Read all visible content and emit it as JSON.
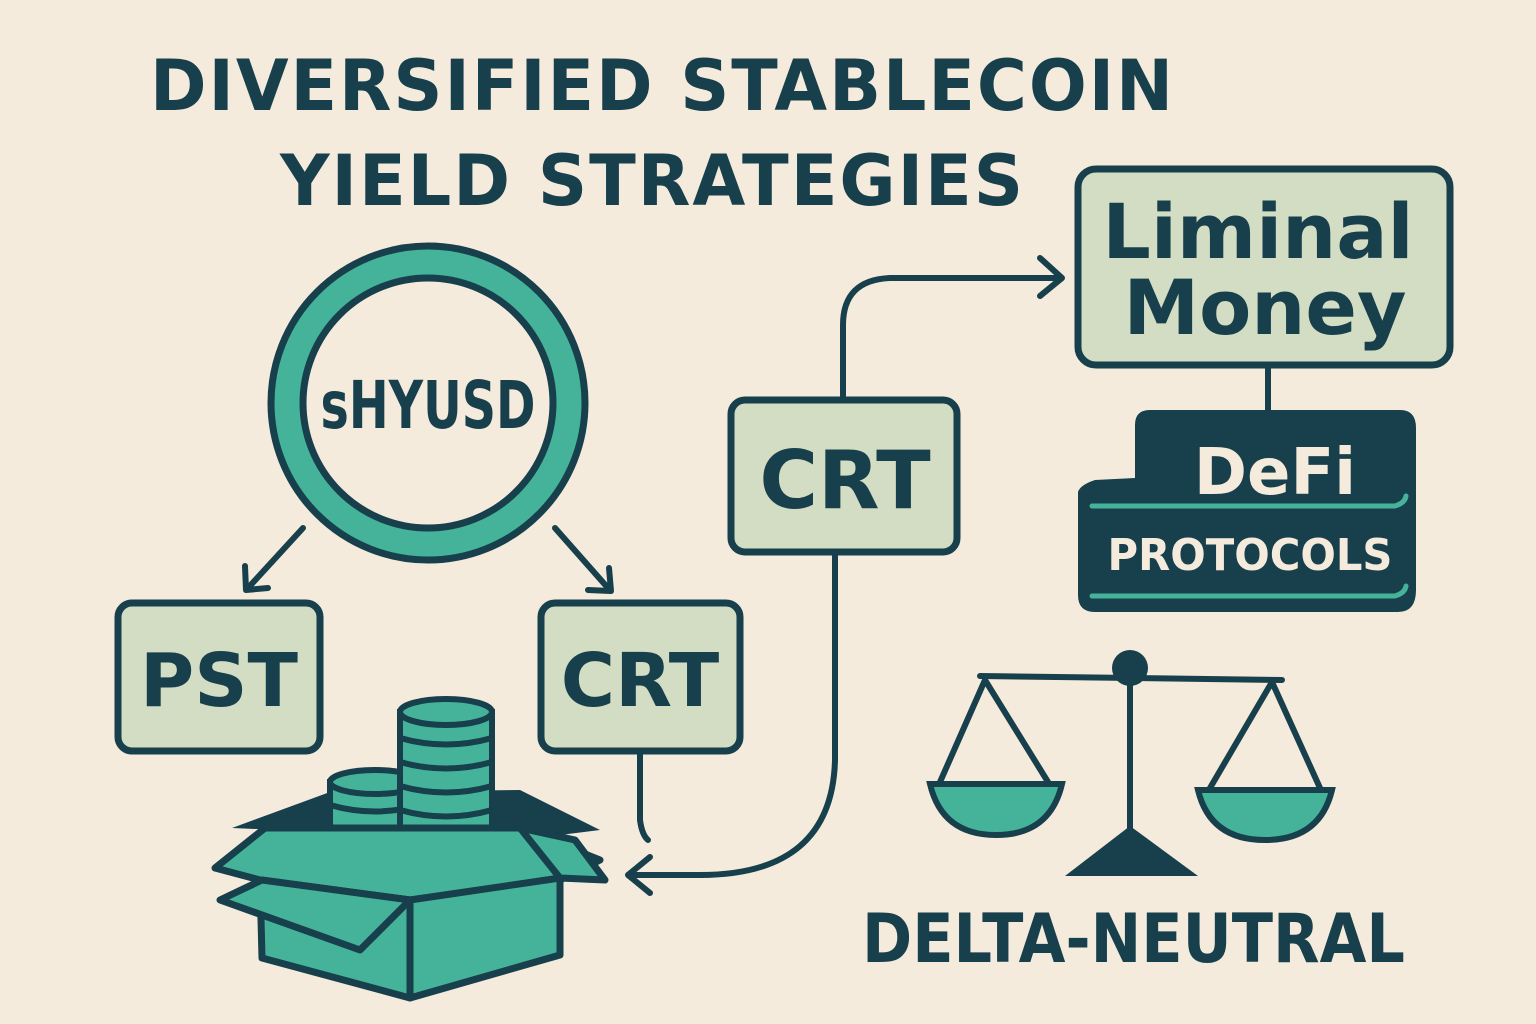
{
  "title": {
    "line1": "DIVERSIFIED STABLECOIN",
    "line2": "YIELD STRATEGIES"
  },
  "token": {
    "label": "sHYUSD"
  },
  "left_boxes": [
    {
      "label": "PST"
    },
    {
      "label": "CRT"
    }
  ],
  "middle_box": {
    "label": "CRT"
  },
  "liminal": {
    "line1": "Liminal",
    "line2": "Money"
  },
  "defi": {
    "line1": "DeFi",
    "line2": "PROTOCOLS"
  },
  "delta": {
    "label": "DELTA-NEUTRAL"
  },
  "colors": {
    "background": "#f4ebdc",
    "dark": "#173f4c",
    "teal": "#45b39a",
    "light": "#d3ddc3",
    "text_light": "#f4ebdc"
  }
}
